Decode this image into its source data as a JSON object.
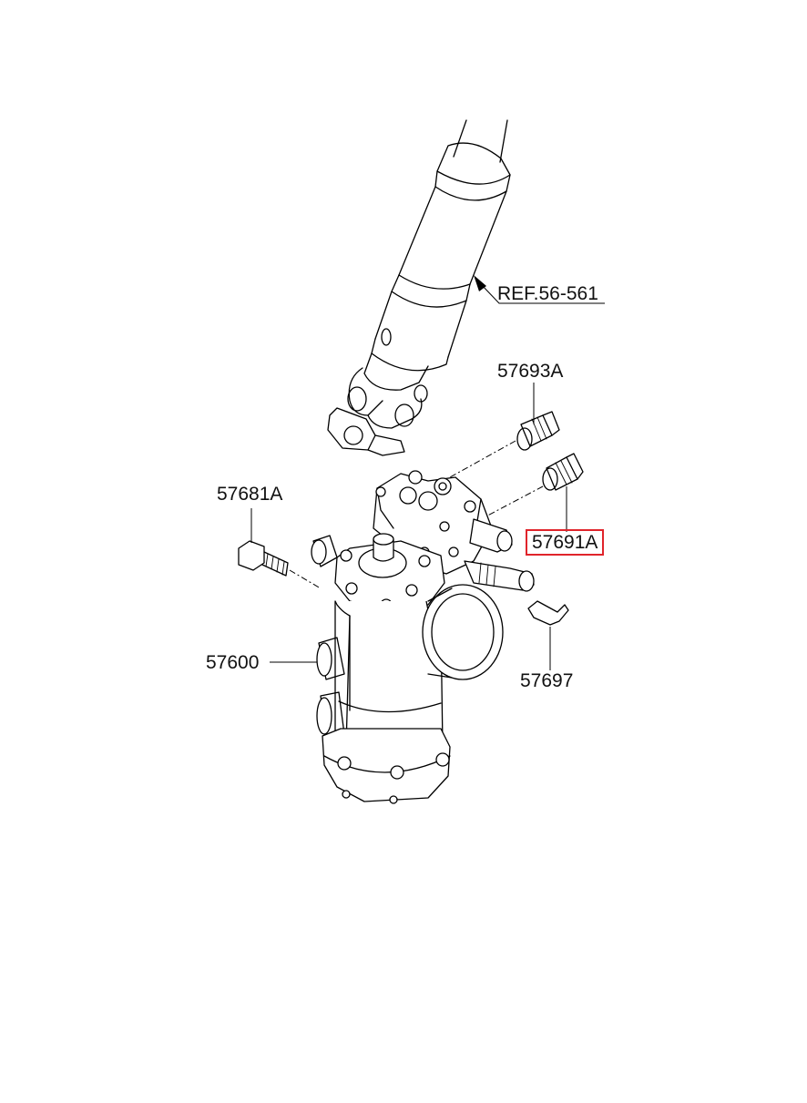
{
  "labels": {
    "ref": "REF.56-561",
    "p57693A": "57693A",
    "p57681A": "57681A",
    "p57691A": "57691A",
    "p57600": "57600",
    "p57697": "57697"
  },
  "highlight": {
    "part": "57691A",
    "color": "#e0242b"
  }
}
